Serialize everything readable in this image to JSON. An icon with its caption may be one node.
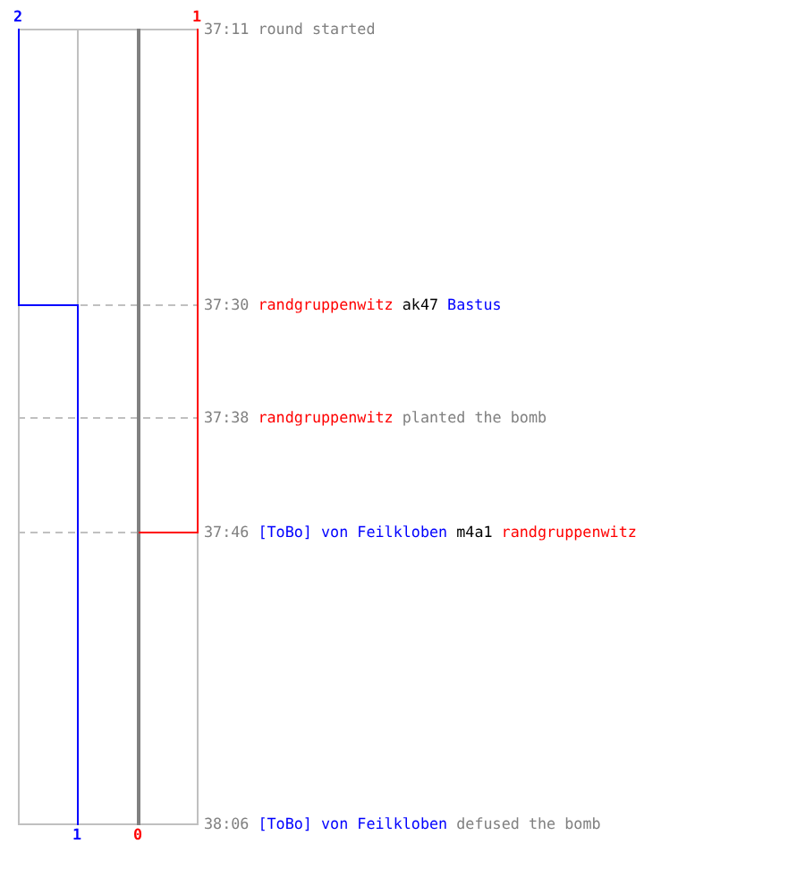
{
  "diagram": {
    "labels": [
      "2",
      "1",
      "37:11",
      "round started",
      "37:30",
      "randgruppenwitz",
      "ak47",
      "Bastus",
      "37:38",
      "randgruppenwitz",
      "planted the bomb",
      "37:46",
      "[ToBo] von Feilkloben",
      "m4a1",
      "randgruppenwitz",
      "1",
      "0",
      "38:06",
      "[ToBo] von Feilkloben",
      "defused the bomb"
    ]
  }
}
